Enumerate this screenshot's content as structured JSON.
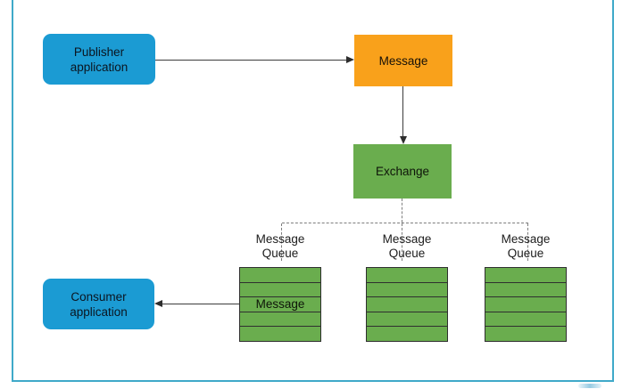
{
  "diagram": {
    "title_hint": "message broker flow",
    "colors": {
      "app_blue": "#1b9bd3",
      "message_orange": "#f9a11b",
      "exchange_green": "#6aad4e",
      "frame_teal": "#3fa9c9",
      "arrow_dark": "#2d2d2d",
      "dashed_gray": "#7e7e7e"
    },
    "nodes": {
      "publisher": {
        "label": "Publisher\napplication"
      },
      "message": {
        "label": "Message"
      },
      "exchange": {
        "label": "Exchange"
      },
      "consumer": {
        "label": "Consumer\napplication"
      }
    },
    "queues": [
      {
        "label": "Message\nQueue",
        "rows": [
          "",
          "",
          "Message",
          "",
          ""
        ]
      },
      {
        "label": "Message\nQueue",
        "rows": [
          "",
          "",
          "",
          "",
          ""
        ]
      },
      {
        "label": "Message\nQueue",
        "rows": [
          "",
          "",
          "",
          "",
          ""
        ]
      }
    ]
  }
}
